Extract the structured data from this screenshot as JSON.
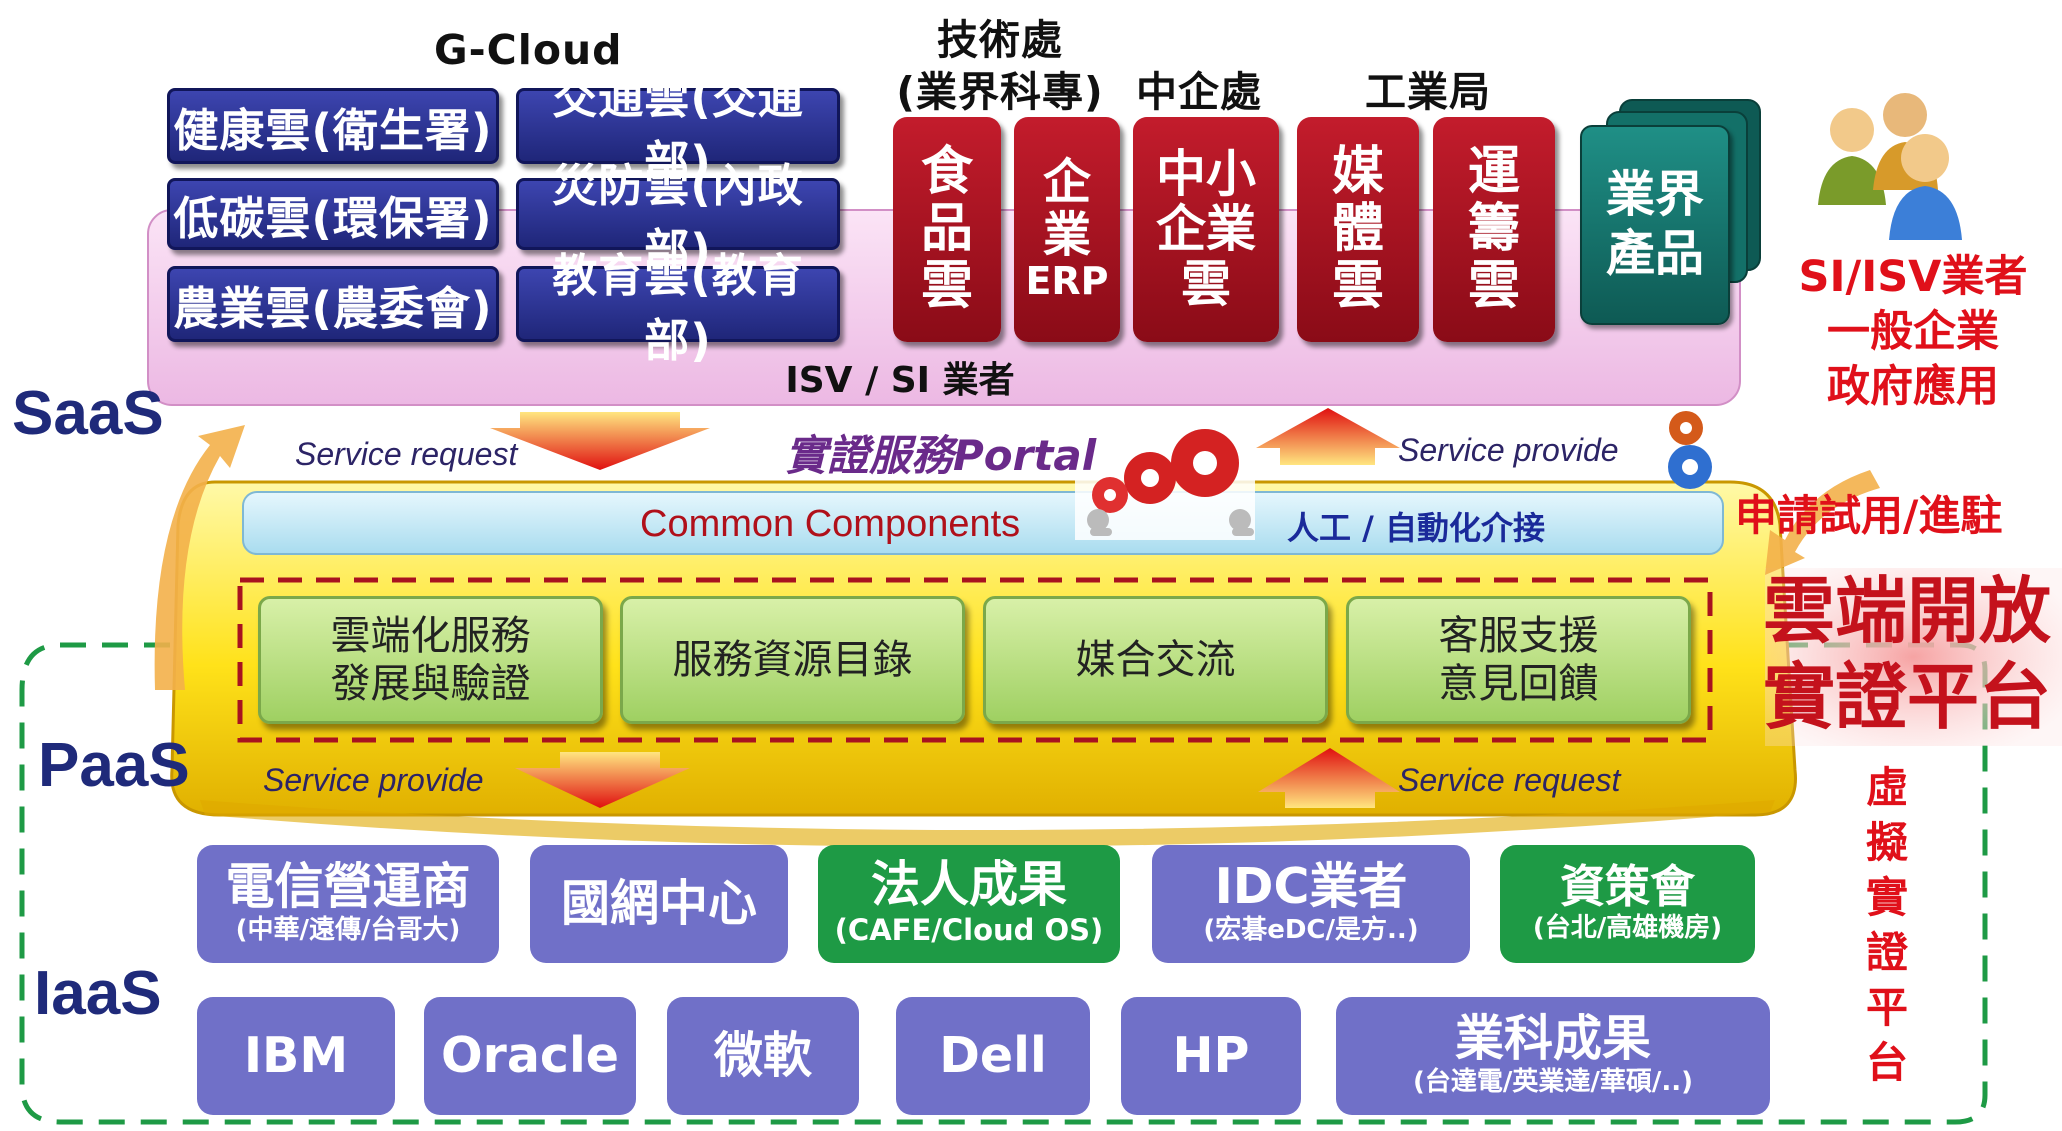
{
  "layers": {
    "saas": "SaaS",
    "paas": "PaaS",
    "iaas": "IaaS"
  },
  "headers": {
    "gcloud": "G-Cloud",
    "tech_office_1": "技術處",
    "tech_office_2": "(業界科專)",
    "sme_office": "中企處",
    "industry_bureau": "工業局"
  },
  "gcloud_tiles": [
    "健康雲(衛生署)",
    "交通雲(交通部)",
    "低碳雲(環保署)",
    "災防雲(內政部)",
    "農業雲(農委會)",
    "教育雲(教育部)"
  ],
  "red_tiles": [
    {
      "lines": [
        "食",
        "品",
        "雲"
      ]
    },
    {
      "lines": [
        "企",
        "業",
        "ERP"
      ]
    },
    {
      "lines": [
        "中小",
        "企業",
        "雲"
      ]
    },
    {
      "lines": [
        "媒",
        "體",
        "雲"
      ]
    },
    {
      "lines": [
        "運",
        "籌",
        "雲"
      ]
    }
  ],
  "industry_products": [
    "業界",
    "產品"
  ],
  "saas_band_label": "ISV / SI 業者",
  "right_side": {
    "users_line1": "SI/ISV業者",
    "users_line2": "一般企業",
    "users_line3": "政府應用",
    "apply_label": "申請試用/進駐",
    "platform_line1": "雲端開放",
    "platform_line2": "實證平台",
    "virtual_label": "虛擬實證平台"
  },
  "flow": {
    "service_request_top": "Service request",
    "portal": "實證服務Portal",
    "service_provide_top": "Service provide",
    "service_provide_bottom": "Service provide",
    "service_request_bottom": "Service request"
  },
  "common": {
    "label": "Common Components",
    "interface": "人工 / 自動化介接"
  },
  "paas_tiles": [
    {
      "line1": "雲端化服務",
      "line2": "發展與驗證"
    },
    {
      "line1": "服務資源目錄",
      "line2": ""
    },
    {
      "line1": "媒合交流",
      "line2": ""
    },
    {
      "line1": "客服支援",
      "line2": "意見回饋"
    }
  ],
  "iaas_row1": [
    {
      "title": "電信營運商",
      "sub": "(中華/遠傳/台哥大)"
    },
    {
      "title": "國網中心",
      "sub": ""
    },
    {
      "title": "法人成果",
      "sub": "(CAFE/Cloud OS)"
    },
    {
      "title": "IDC業者",
      "sub": "(宏碁eDC/是方..)"
    },
    {
      "title": "資策會",
      "sub": "(台北/高雄機房)"
    }
  ],
  "iaas_row2": [
    {
      "title": "IBM",
      "sub": ""
    },
    {
      "title": "Oracle",
      "sub": ""
    },
    {
      "title": "微軟",
      "sub": ""
    },
    {
      "title": "Dell",
      "sub": ""
    },
    {
      "title": "HP",
      "sub": ""
    },
    {
      "title": "業科成果",
      "sub": "(台達電/英業達/華碩/..)"
    }
  ],
  "colors": {
    "navy": "#1f2a7a",
    "red_tile": "#a8121f",
    "teal": "#137068",
    "iaas_purple": "#7070c8",
    "iaas_green": "#1e9a45",
    "accent_red": "#e0101a"
  }
}
